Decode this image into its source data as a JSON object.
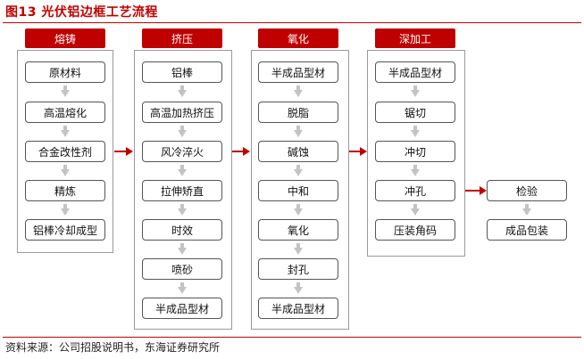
{
  "title": "图13  光伏铝边框工艺流程",
  "source": "资料来源：公司招股说明书，东海证券研究所",
  "colors": {
    "accent": "#c00000",
    "down_arrow": "#c3c3c3",
    "box_border": "#555555"
  },
  "stages": [
    {
      "header": "熔铸",
      "steps": [
        "原材料",
        "高温熔化",
        "合金改性剂",
        "精炼",
        "铝棒冷却成型"
      ]
    },
    {
      "header": "挤压",
      "steps": [
        "铝棒",
        "高温加热挤压",
        "风冷淬火",
        "拉伸矫直",
        "时效",
        "喷砂",
        "半成品型材"
      ]
    },
    {
      "header": "氧化",
      "steps": [
        "半成品型材",
        "脱脂",
        "碱蚀",
        "中和",
        "氧化",
        "封孔",
        "半成品型材"
      ]
    },
    {
      "header": "深加工",
      "steps": [
        "半成品型材",
        "锯切",
        "冲切",
        "冲孔",
        "压装角码"
      ]
    },
    {
      "header": "",
      "steps": [
        "检验",
        "成品包装"
      ]
    }
  ]
}
